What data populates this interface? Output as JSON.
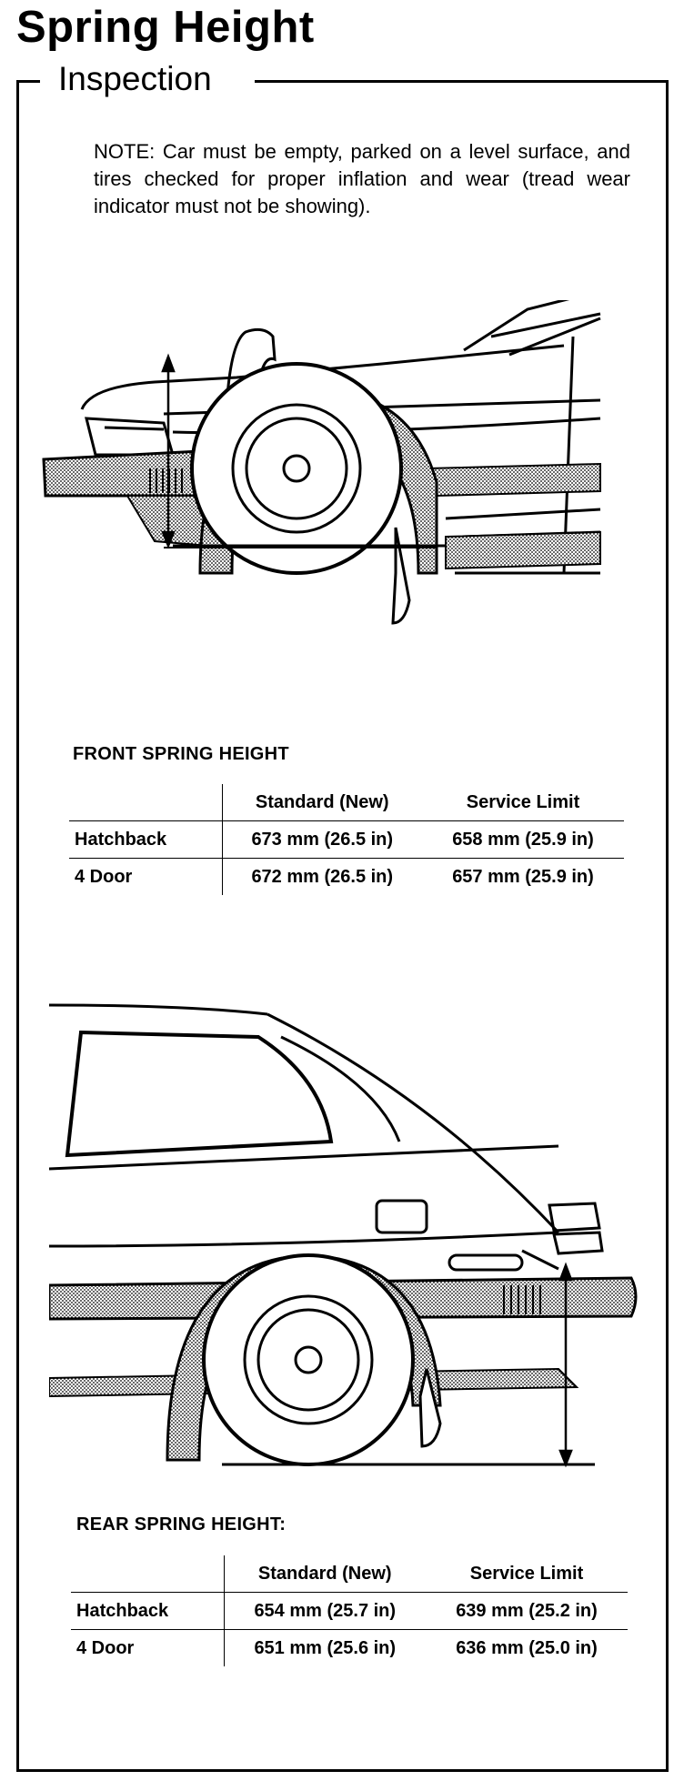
{
  "page": {
    "title": "Spring Height",
    "section": "Inspection",
    "note": "NOTE: Car must be empty, parked on a level surface, and tires checked for proper inflation and wear (tread wear indicator must not be showing)."
  },
  "front": {
    "heading": "FRONT SPRING HEIGHT",
    "columns": [
      "Standard (New)",
      "Service Limit"
    ],
    "rows": [
      {
        "label": "Hatchback",
        "standard": "673 mm (26.5 in)",
        "limit": "658 mm (25.9 in)"
      },
      {
        "label": "4 Door",
        "standard": "672 mm (26.5 in)",
        "limit": "657 mm (25.9 in)"
      }
    ]
  },
  "rear": {
    "heading": "REAR SPRING HEIGHT:",
    "columns": [
      "Standard (New)",
      "Service Limit"
    ],
    "rows": [
      {
        "label": "Hatchback",
        "standard": "654 mm (25.7 in)",
        "limit": "639 mm (25.2 in)"
      },
      {
        "label": "4 Door",
        "standard": "651 mm (25.6 in)",
        "limit": "636 mm (25.0 in)"
      }
    ]
  }
}
